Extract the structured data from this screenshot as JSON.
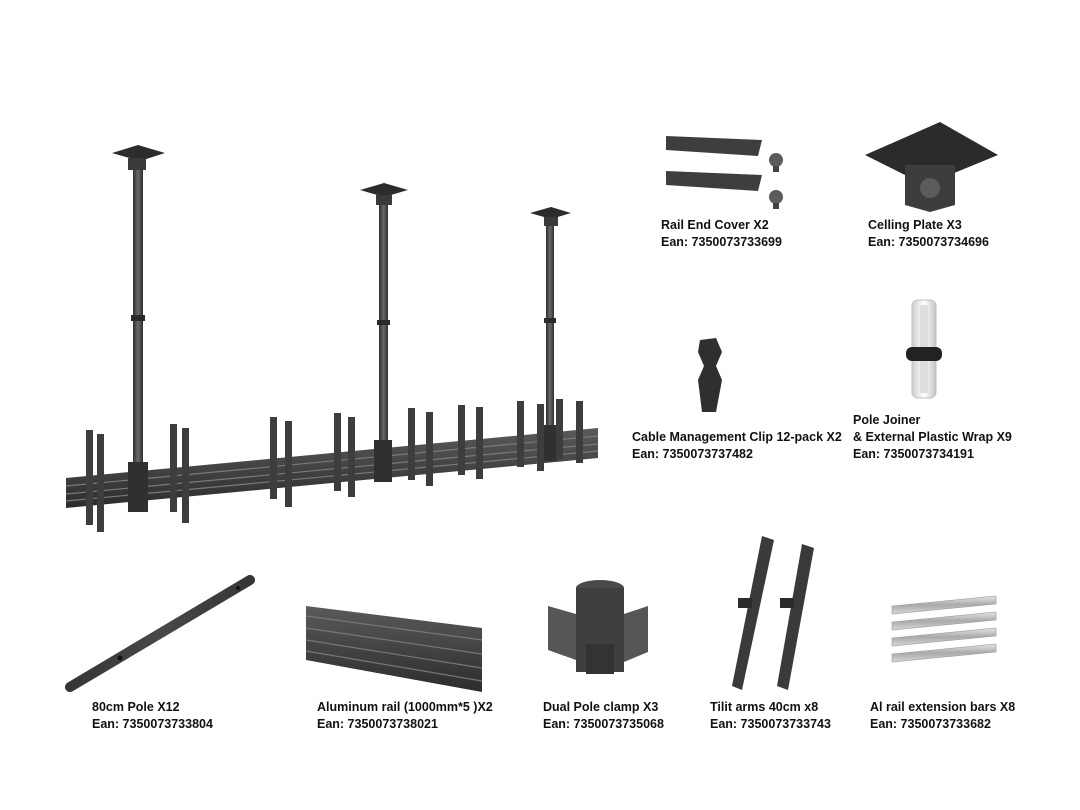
{
  "products": [
    {
      "name": "Rail End Cover X2",
      "ean": "Ean: 7350073733699",
      "icon": "rail-end-cover"
    },
    {
      "name": "Celling Plate X3",
      "ean": "Ean: 7350073734696",
      "icon": "ceiling-plate"
    },
    {
      "name": "Cable Management Clip 12-pack X2",
      "ean": "Ean: 7350073737482",
      "icon": "cable-clip"
    },
    {
      "name": "Pole Joiner",
      "name2": "& External Plastic Wrap X9",
      "ean": "Ean: 7350073734191",
      "icon": "pole-joiner"
    },
    {
      "name": "80cm Pole X12",
      "ean": "Ean: 7350073733804",
      "icon": "pole"
    },
    {
      "name": "Aluminum rail (1000mm*5 )X2",
      "ean": "Ean: 7350073738021",
      "icon": "aluminum-rail"
    },
    {
      "name": "Dual Pole clamp X3",
      "ean": "Ean: 7350073735068",
      "icon": "dual-pole-clamp"
    },
    {
      "name": "Tilit arms 40cm x8",
      "ean": "Ean: 7350073733743",
      "icon": "tilt-arm"
    },
    {
      "name": "Al rail extension bars X8",
      "ean": "Ean: 7350073733682",
      "icon": "extension-bar"
    }
  ],
  "colors": {
    "metal_dark": "#3a3a3a",
    "metal_mid": "#555555",
    "metal_light": "#c9c9c9",
    "text": "#111111"
  }
}
